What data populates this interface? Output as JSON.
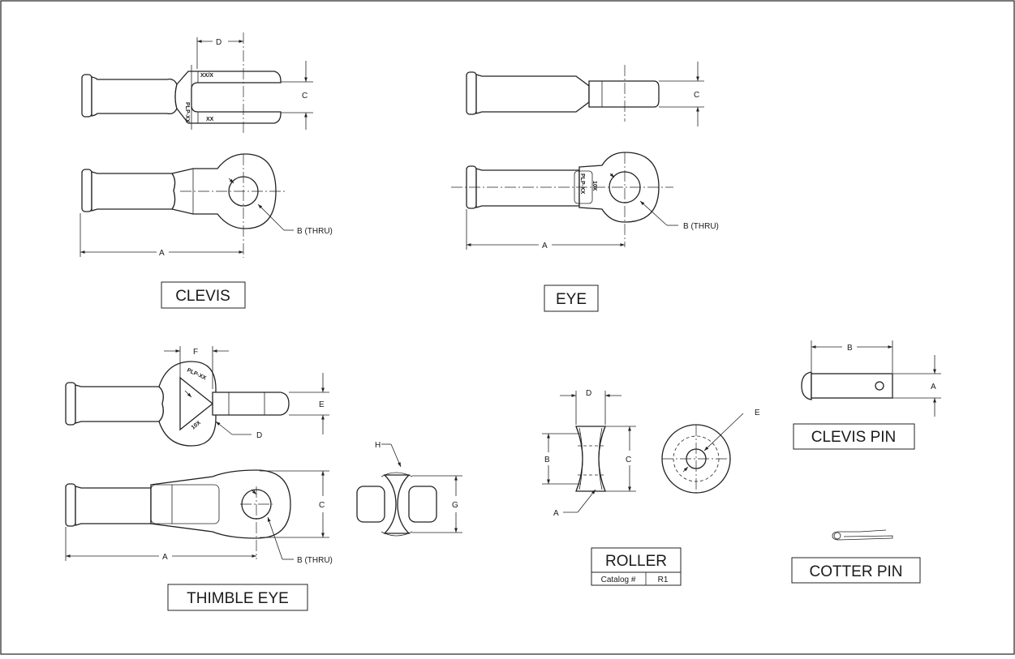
{
  "drawing": {
    "border_color": "#222222",
    "sections": {
      "clevis": {
        "title": "CLEVIS",
        "dims": {
          "a": "A",
          "b_thru": "B (THRU)",
          "c": "C",
          "d": "D"
        },
        "stamp_1": "XX/X",
        "stamp_2": "PLP-XX",
        "stamp_3": "XX"
      },
      "eye": {
        "title": "EYE",
        "dims": {
          "a": "A",
          "b_thru": "B (THRU)",
          "c": "C"
        },
        "stamp_1": "10X",
        "stamp_2": "PLP-XX"
      },
      "thimble_eye": {
        "title": "THIMBLE EYE",
        "dims": {
          "a": "A",
          "b_thru": "B (THRU)",
          "c": "C",
          "d": "D",
          "e": "E",
          "f": "F",
          "g": "G",
          "h": "H"
        },
        "stamp_1": "PLP-XX",
        "stamp_2": "10X"
      },
      "roller": {
        "title": "ROLLER",
        "catalog_label": "Catalog #",
        "catalog_value": "R1",
        "dims": {
          "a": "A",
          "b": "B",
          "c": "C",
          "d": "D",
          "e": "E"
        }
      },
      "clevis_pin": {
        "title": "CLEVIS PIN",
        "dims": {
          "a": "A",
          "b": "B"
        }
      },
      "cotter_pin": {
        "title": "COTTER PIN"
      }
    }
  }
}
